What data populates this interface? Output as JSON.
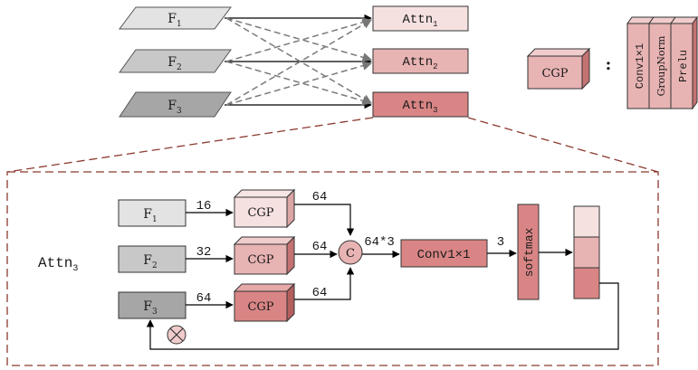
{
  "features": {
    "f1": {
      "base": "F",
      "sub": "1"
    },
    "f2": {
      "base": "F",
      "sub": "2"
    },
    "f3": {
      "base": "F",
      "sub": "3"
    }
  },
  "attn_blocks": {
    "a1": {
      "base": "Attn",
      "sub": "1"
    },
    "a2": {
      "base": "Attn",
      "sub": "2"
    },
    "a3": {
      "base": "Attn",
      "sub": "3"
    }
  },
  "legend": {
    "cgp_label": "CGP",
    "colon": ":",
    "layers": [
      "Conv1×1",
      "GroupNorm",
      "Prelu"
    ]
  },
  "detail": {
    "title_base": "Attn",
    "title_sub": "3",
    "inputs": [
      {
        "base": "F",
        "sub": "1",
        "channels": "16"
      },
      {
        "base": "F",
        "sub": "2",
        "channels": "32"
      },
      {
        "base": "F",
        "sub": "3",
        "channels": "64"
      }
    ],
    "cgp_label": "CGP",
    "cgp_out_channels": [
      "64",
      "64",
      "64"
    ],
    "concat_symbol": "C",
    "concat_channels": "64*3",
    "conv_label": "Conv1×1",
    "conv_out_channels": "3",
    "softmax_label": "softmax",
    "multiply_symbol": "⊗"
  },
  "colors": {
    "feature_light": "#e3e3e3",
    "feature_mid": "#c8c8c8",
    "feature_dark": "#a6a6a6",
    "attn_light": "#f6e1e1",
    "attn_mid": "#e8b3b3",
    "attn_dark": "#d98585",
    "dashed_frame": "#8b3a2f"
  }
}
